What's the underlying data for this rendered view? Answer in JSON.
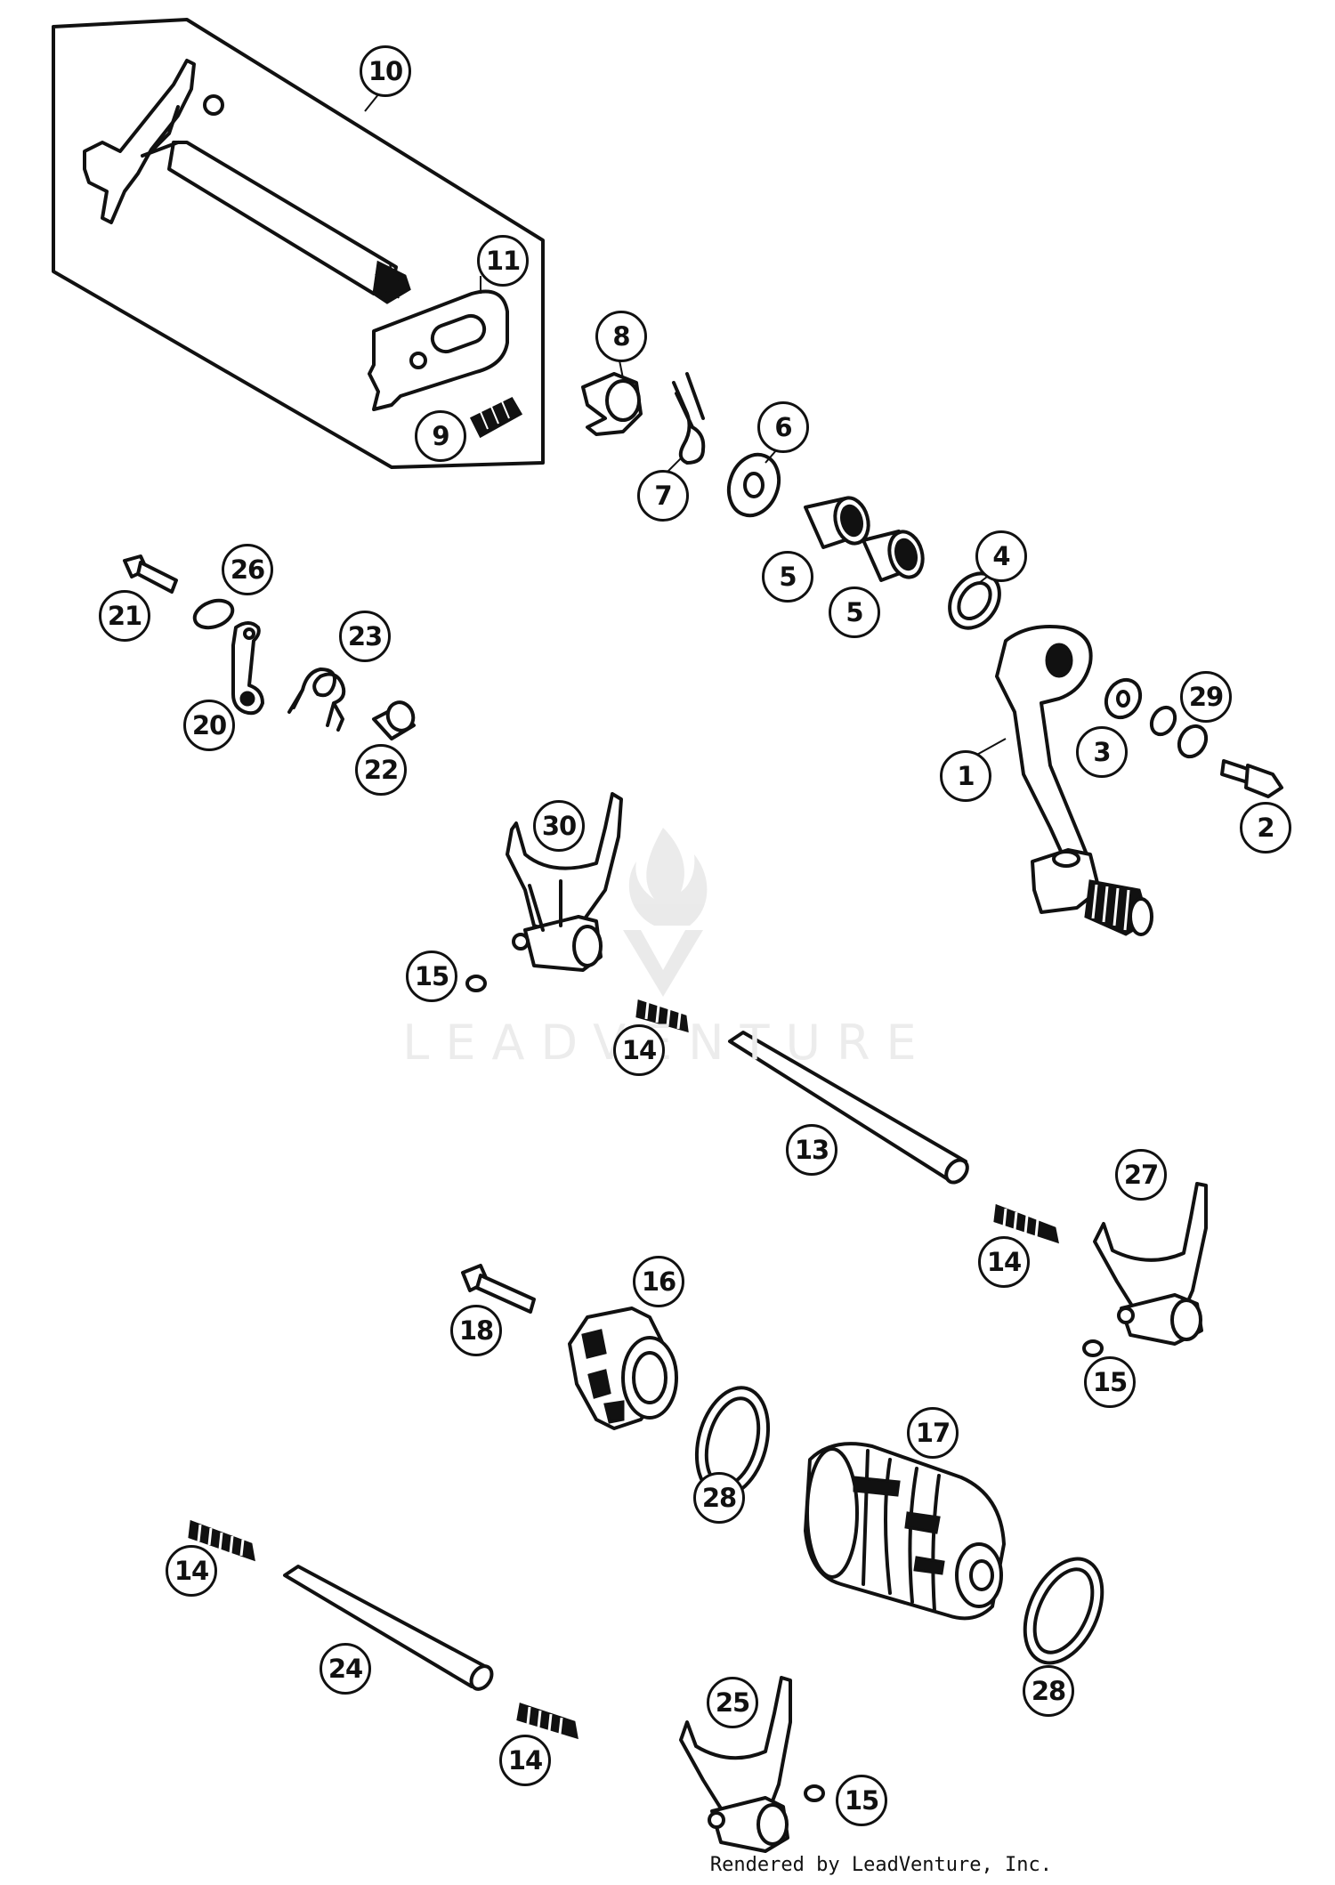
{
  "diagram": {
    "callouts": [
      "10",
      "11",
      "9",
      "8",
      "7",
      "6",
      "5",
      "5",
      "4",
      "26",
      "21",
      "20",
      "23",
      "22",
      "30",
      "1",
      "3",
      "29",
      "2",
      "15",
      "14",
      "13",
      "27",
      "14",
      "16",
      "18",
      "15",
      "28",
      "17",
      "14",
      "24",
      "28",
      "25",
      "14",
      "15"
    ],
    "watermark": "LEADVENTURE",
    "credit": "Rendered by LeadVenture, Inc."
  }
}
